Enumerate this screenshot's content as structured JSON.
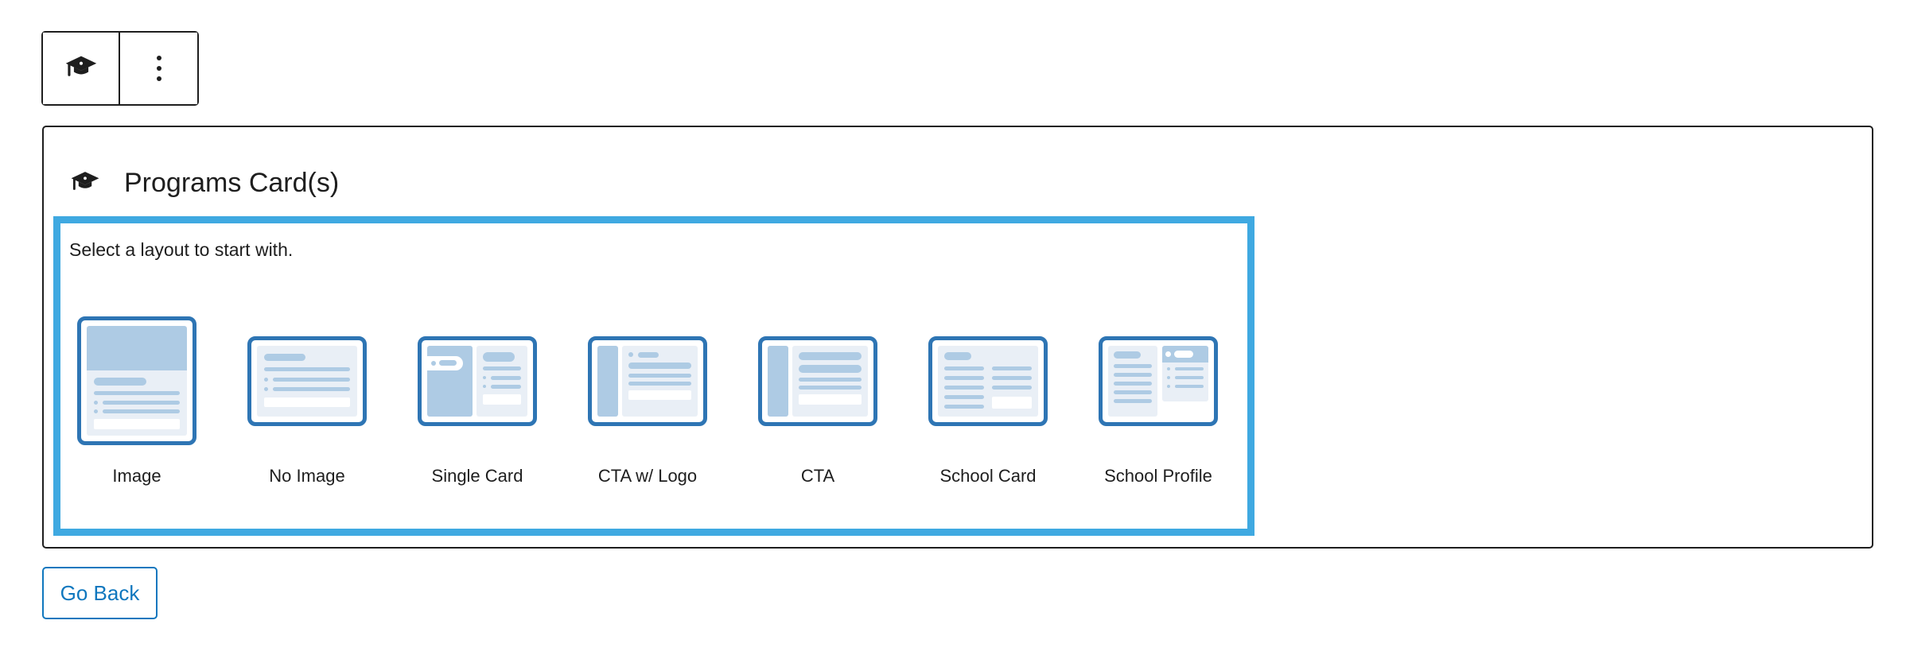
{
  "toolbar": {
    "block_button_icon": "graduation-cap-icon",
    "options_button_icon": "kebab-menu-icon"
  },
  "block": {
    "icon": "graduation-cap-icon",
    "title": "Programs Card(s)",
    "prompt": "Select a layout to start with.",
    "layouts": [
      {
        "label": "Image"
      },
      {
        "label": "No Image"
      },
      {
        "label": "Single Card"
      },
      {
        "label": "CTA w/ Logo"
      },
      {
        "label": "CTA"
      },
      {
        "label": "School Card"
      },
      {
        "label": "School Profile"
      }
    ],
    "go_back_label": "Go Back"
  },
  "colors": {
    "selection_outline": "#3fa9e1",
    "thumbnail_border": "#2e75b4",
    "thumbnail_panel": "#e9eff6",
    "thumbnail_fill": "#aecbe4",
    "action_blue": "#0f77be",
    "border_dark": "#1e1e1e"
  }
}
